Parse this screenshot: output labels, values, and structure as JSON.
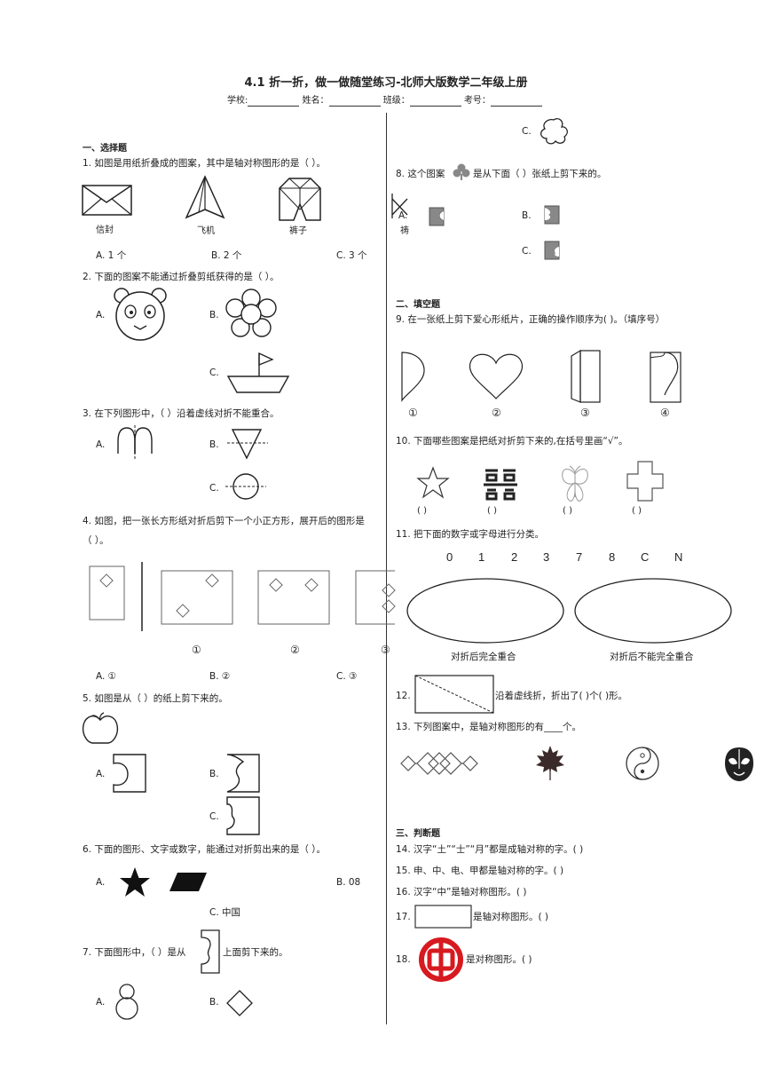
{
  "title": "4.1 折一折，做一做随堂练习-北师大版数学二年级上册",
  "info": {
    "school": "学校:",
    "name": "姓名：",
    "class": "班级：",
    "exam": "考号："
  },
  "s1": "一、选择题",
  "q1": {
    "stem": "1. 如图是用纸折叠成的图案，其中是轴对称图形的是（    ）。",
    "cap1": "信封",
    "cap2": "飞机",
    "cap3": "裤子",
    "a": "A. 1 个",
    "b": "B. 2 个",
    "c": "C. 3 个"
  },
  "q2": {
    "stem": "2. 下面的图案不能通过折叠剪纸获得的是（    ）。",
    "a": "A.",
    "b": "B.",
    "c": "C."
  },
  "q3": {
    "stem": "3. 在下列图形中，（    ）沿着虚线对折不能重合。",
    "a": "A.",
    "b": "B.",
    "c": "C."
  },
  "q4": {
    "stem1": "4. 如图，把一张长方形纸对折后剪下一个小正方形，展开后的图形是",
    "stem2": "（    ）。",
    "n1": "①",
    "n2": "②",
    "n3": "③",
    "a": "A. ①",
    "b": "B. ②",
    "c": "C. ③"
  },
  "q5": {
    "stem": "5. 如图是从（    ）的纸上剪下来的。",
    "a": "A.",
    "b": "B.",
    "c": "C."
  },
  "q6": {
    "stem": "6. 下面的图形、文字或数字，能通过对折剪出来的是（    ）。",
    "a": "A.",
    "b": "B. 08",
    "c": "C. 中国"
  },
  "q7": {
    "stem1": "7. 下面图形中，（    ）是从",
    "stem2": "上面剪下来的。",
    "a": "A.",
    "b": "B.",
    "c": "C."
  },
  "q8": {
    "stem1": "8. 这个图案",
    "stem2": "是从下面（    ）张纸上剪下来的。",
    "a": "A.",
    "b": "B.",
    "c": "C.",
    "frag": "祷"
  },
  "s2": "二、填空题",
  "q9": {
    "stem": "9. 在一张纸上剪下爱心形纸片，正确的操作顺序为(          )。（填序号）",
    "n1": "①",
    "n2": "②",
    "n3": "③",
    "n4": "④"
  },
  "q10": {
    "stem": "10. 下面哪些图案是把纸对折剪下来的,在括号里画“√”。",
    "b1": "(      )",
    "b2": "(      )",
    "b3": "(      )",
    "b4": "(      )"
  },
  "q11": {
    "stem": "11. 把下面的数字或字母进行分类。",
    "chars": [
      "0",
      "1",
      "2",
      "3",
      "7",
      "8",
      "C",
      "N"
    ],
    "l1": "对折后完全重合",
    "l2": "对折后不能完全重合"
  },
  "q12": {
    "num": "12.",
    "text": "沿着虚线折，折出了(        )个(        )形。"
  },
  "q13": {
    "stem": "13. 下列图案中，是轴对称图形的有____个。"
  },
  "s3": "三、判断题",
  "q14": "14. 汉字“土”“士”“月”都是成轴对称的字。(          )",
  "q15": "15. 申、中、电、甲都是轴对称的字。(          )",
  "q16": "16. 汉字“中”是轴对称图形。(               )",
  "q17": {
    "num": "17.",
    "text": "是轴对称图形。(               )"
  },
  "q18": {
    "num": "18.",
    "text": "是对称图形。(               )"
  },
  "colors": {
    "red": "#d71920",
    "dark": "#111111",
    "gray": "#8a8a8a"
  }
}
